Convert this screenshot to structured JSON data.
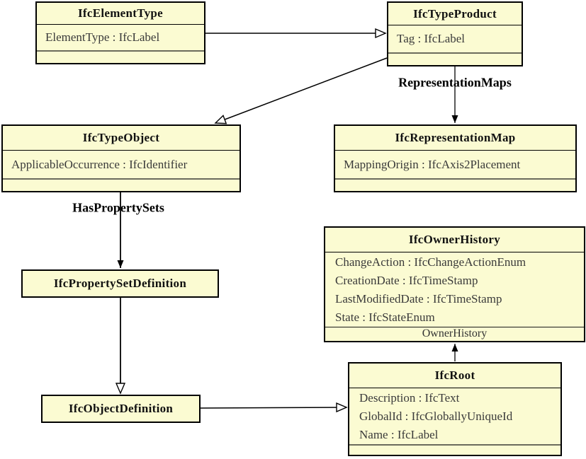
{
  "diagram": {
    "classes": {
      "ifc_element_type": {
        "name": "IfcElementType",
        "attributes": [
          "ElementType : IfcLabel"
        ]
      },
      "ifc_type_product": {
        "name": "IfcTypeProduct",
        "attributes": [
          "Tag : IfcLabel"
        ]
      },
      "ifc_type_object": {
        "name": "IfcTypeObject",
        "attributes": [
          "ApplicableOccurrence : IfcIdentifier"
        ]
      },
      "ifc_representation_map": {
        "name": "IfcRepresentationMap",
        "attributes": [
          "MappingOrigin : IfcAxis2Placement"
        ]
      },
      "ifc_owner_history": {
        "name": "IfcOwnerHistory",
        "attributes": [
          "ChangeAction : IfcChangeActionEnum",
          "CreationDate : IfcTimeStamp",
          "LastModifiedDate : IfcTimeStamp",
          "State : IfcStateEnum"
        ]
      },
      "ifc_property_set_definition": {
        "name": "IfcPropertySetDefinition"
      },
      "ifc_object_definition": {
        "name": "IfcObjectDefinition"
      },
      "ifc_root": {
        "name": "IfcRoot",
        "attributes": [
          "Description : IfcText",
          "GlobalId : IfcGloballyUniqueId",
          "Name : IfcLabel"
        ]
      }
    },
    "edge_labels": {
      "representation_maps": "RepresentationMaps",
      "has_property_sets": "HasPropertySets",
      "owner_history": "OwnerHistory"
    },
    "colors": {
      "box_fill": "#FBFBD2",
      "border": "#000000",
      "attribute_text": "#3A3A3A",
      "separator_gray": "#6B6B5C"
    }
  }
}
